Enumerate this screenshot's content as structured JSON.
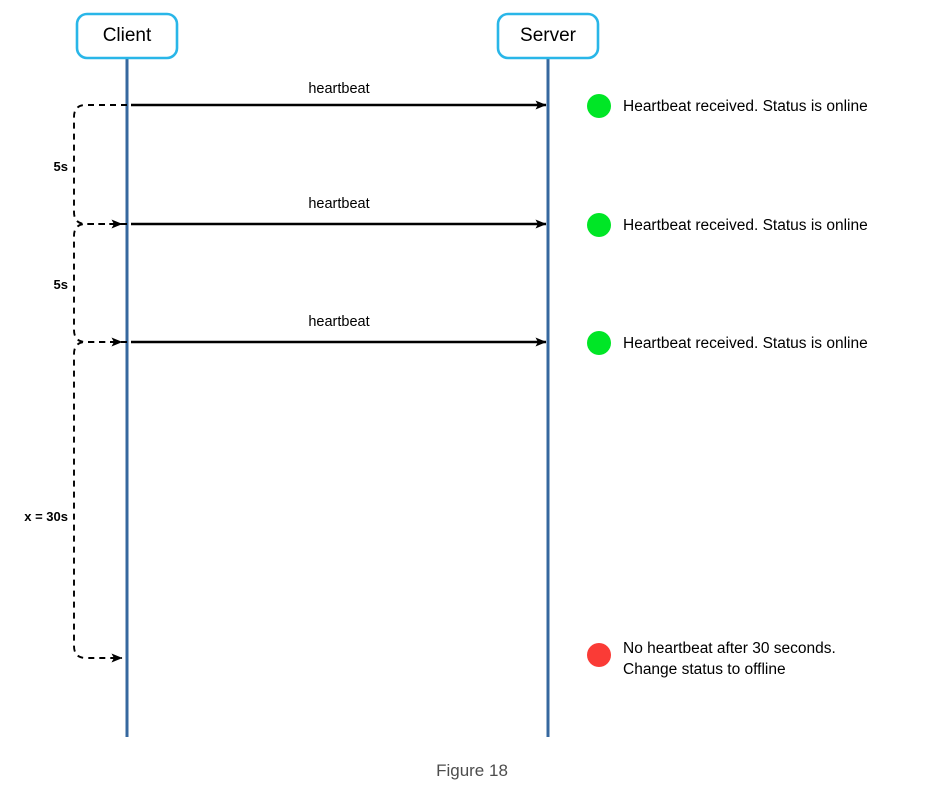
{
  "diagram": {
    "type": "sequence-diagram",
    "caption": "Figure 18",
    "actors": [
      {
        "id": "client",
        "label": "Client"
      },
      {
        "id": "server",
        "label": "Server"
      }
    ],
    "messages": [
      {
        "id": "hb1",
        "label": "heartbeat",
        "from": "client",
        "to": "server"
      },
      {
        "id": "hb2",
        "label": "heartbeat",
        "from": "client",
        "to": "server"
      },
      {
        "id": "hb3",
        "label": "heartbeat",
        "from": "client",
        "to": "server"
      }
    ],
    "timers": [
      {
        "id": "t1",
        "label": "5s"
      },
      {
        "id": "t2",
        "label": "5s"
      },
      {
        "id": "t3",
        "label": "x = 30s"
      }
    ],
    "notes": [
      {
        "id": "note1",
        "status": "online",
        "color": "#00e626",
        "line1": "Heartbeat received. Status is online",
        "line2": ""
      },
      {
        "id": "note2",
        "status": "online",
        "color": "#00e626",
        "line1": "Heartbeat received. Status is online",
        "line2": ""
      },
      {
        "id": "note3",
        "status": "online",
        "color": "#00e626",
        "line1": "Heartbeat received. Status is online",
        "line2": ""
      },
      {
        "id": "note4",
        "status": "offline",
        "color": "#fa3b36",
        "line1": "No heartbeat after 30 seconds.",
        "line2": "Change status to offline"
      }
    ],
    "colors": {
      "actor_border": "#29b6e8",
      "actor_fill": "#ffffff",
      "lifeline": "#36689f",
      "arrow": "#000000",
      "loop_dash": "#000000",
      "status_online": "#00e626",
      "status_offline": "#fa3b36",
      "caption_text": "#4d4d4d"
    }
  }
}
